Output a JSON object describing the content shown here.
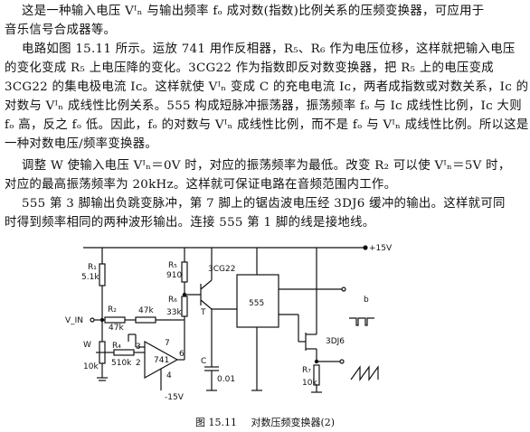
{
  "paragraphs": [
    "这是一种输入电压 Vᴵₙ 与输出频率 fₒ 成对数(指数)比例关系的压频变换器，可应用于",
    "音乐信号合成器等。",
    "电路如图 15.11 所示。运放 741 用作反相器，R₅、R₆ 作为电压位移，这样就把输入电压",
    "的变化变成 R₅ 上电压降的变化。3CG22 作为指数即反对数变换器，把 R₅ 上的电压变成",
    "3CG22 的集电极电流 Iᴄ。这样就使 Vᴵₙ 变成 C 的充电电流 Iᴄ，两者成指数或对数关系，Iᴄ 的",
    "对数与 Vᴵₙ 成线性比例关系。555 构成短脉冲振荡器，振荡频率 fₒ 与 Iᴄ 成线性比例，Iᴄ 大则",
    "fₒ 高，反之 fₒ 低。因此，fₒ 的对数与 Vᴵₙ 成线性比例，而不是 fₒ 与 Vᴵₙ 成线性比例。所以这是",
    "一种对数电压/频率变换器。",
    "调整 W 使输入电压 Vᴵₙ＝0V 时，对应的振荡频率为最低。改变 R₂ 可以使 Vᴵₙ＝5V 时，",
    "对应的最高振荡频率为 20kHz。这样就可保证电路在音频范围内工作。",
    "555 第 3 脚输出负跳变脉冲，第 7 脚上的锯齿波电压经 3DJ6 缓冲的输出。这样就可同",
    "时得到频率相同的两种波形输出。连接 555 第 1 脚的线是接地线。"
  ],
  "figure": {
    "caption_number": "图 15.11",
    "caption_title": "对数压频变换器(2)",
    "supply_pos": "+15V",
    "supply_neg": "-15V",
    "r1": "R₁",
    "r1_value": "5.1k",
    "r2": "R₂",
    "r2_value": "47k",
    "r3_value": "47k",
    "r4": "R₄",
    "r4_value": "510k",
    "r5": "R₅",
    "r5_value": "910",
    "r6": "R₆",
    "r6_value": "33k",
    "r7": "R₇",
    "r7_value": "10k",
    "w_label": "W",
    "w_value": "10k",
    "vin_label": "V_IN",
    "opamp": "741",
    "pin2": "2",
    "pin3": "3",
    "pin4": "4",
    "pin6": "6",
    "pin7": "7",
    "transistor_pnp": "3CG22",
    "transistor_fet": "3DJ6",
    "timer": "555",
    "cap_label": "C",
    "cap_value": "0.01",
    "out_b": "b",
    "t_label": "T"
  }
}
